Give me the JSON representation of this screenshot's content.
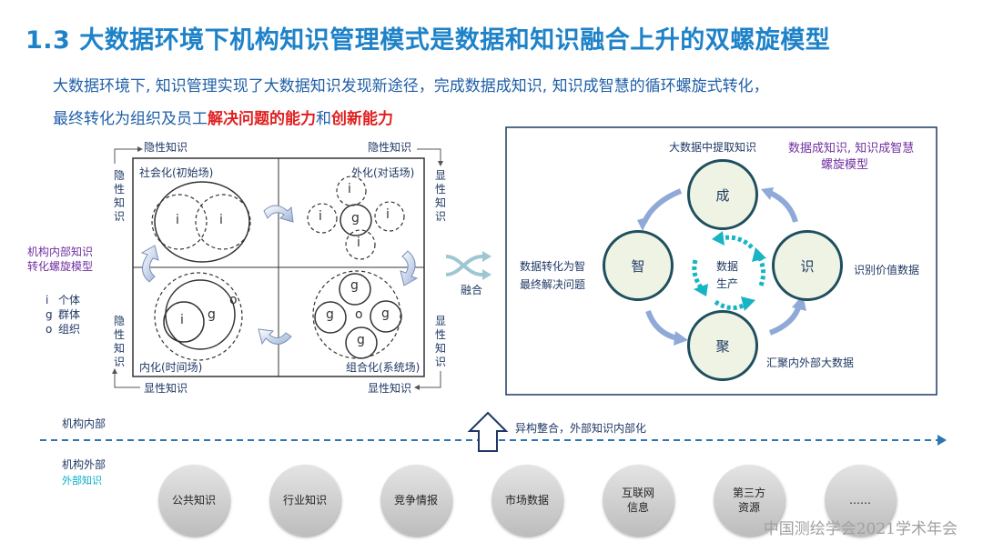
{
  "title": "1.3 大数据环境下机构知识管理模式是数据和知识融合上升的双螺旋模型",
  "subtitle": {
    "line1": "大数据环境下, 知识管理实现了大数据知识发现新途径，完成数据成知识, 知识成智慧的循环螺旋式转化，",
    "line2_prefix": "最终转化为组织及员工",
    "line2_highlight1": "解决问题的能力",
    "line2_mid": "和",
    "line2_highlight2": "创新能力"
  },
  "seci": {
    "label": "机构内部知识\n转化螺旋模型",
    "label_line1": "机构内部知识",
    "label_line2": "转化螺旋模型",
    "top_left_tacit": "隐性知识",
    "top_right_tacit": "隐性知识",
    "bottom_left_explicit": "显性知识",
    "bottom_right_explicit": "显性知识",
    "left_top_vertical": "隐性知识",
    "left_bottom_vertical": "隐性知识",
    "right_top_vertical": "显性知识",
    "right_bottom_vertical": "显性知识",
    "q_socialization": "社会化(初始场)",
    "q_externalization": "外化(对话场)",
    "q_internalization": "内化(时间场)",
    "q_combination": "组合化(系统场)",
    "legend": [
      {
        "sym": "i",
        "text": "个体"
      },
      {
        "sym": "g",
        "text": "群体"
      },
      {
        "sym": "o",
        "text": "组织"
      }
    ],
    "letters": {
      "i": "i",
      "g": "g",
      "o": "o"
    }
  },
  "fusion": {
    "label": "融合"
  },
  "cycle": {
    "title_line1": "数据成知识, 知识成智慧",
    "title_line2": "螺旋模型",
    "center_line1": "数据",
    "center_line2": "生产",
    "nodes": {
      "cheng": "成",
      "zhi": "智",
      "shi": "识",
      "ju": "聚"
    },
    "labels": {
      "cheng": "大数据中提取知识",
      "zhi_line1": "数据转化为智",
      "zhi_line2": "最终解决问题",
      "shi": "识别价值数据",
      "ju": "汇聚内外部大数据"
    }
  },
  "bottom": {
    "inside": "机构内部",
    "outside": "机构外部",
    "external_knowledge": "外部知识",
    "integration": "异构整合，外部知识内部化",
    "sources": [
      {
        "line1": "公共知识",
        "line2": ""
      },
      {
        "line1": "行业知识",
        "line2": ""
      },
      {
        "line1": "竞争情报",
        "line2": ""
      },
      {
        "line1": "市场数据",
        "line2": ""
      },
      {
        "line1": "互联网",
        "line2": "信息"
      },
      {
        "line1": "第三方",
        "line2": "资源"
      },
      {
        "line1": "……",
        "line2": ""
      }
    ]
  },
  "watermark": "中国测绘学会2021学术年会",
  "colors": {
    "title": "#1e82c8",
    "subtitle": "#1f5fa8",
    "highlight": "#e02020",
    "purple": "#7030a0",
    "node_fill": "#eef3e4",
    "node_border": "#1f4e5f",
    "teal": "#19b4c4",
    "arrow_blue": "#8fa9d8"
  }
}
